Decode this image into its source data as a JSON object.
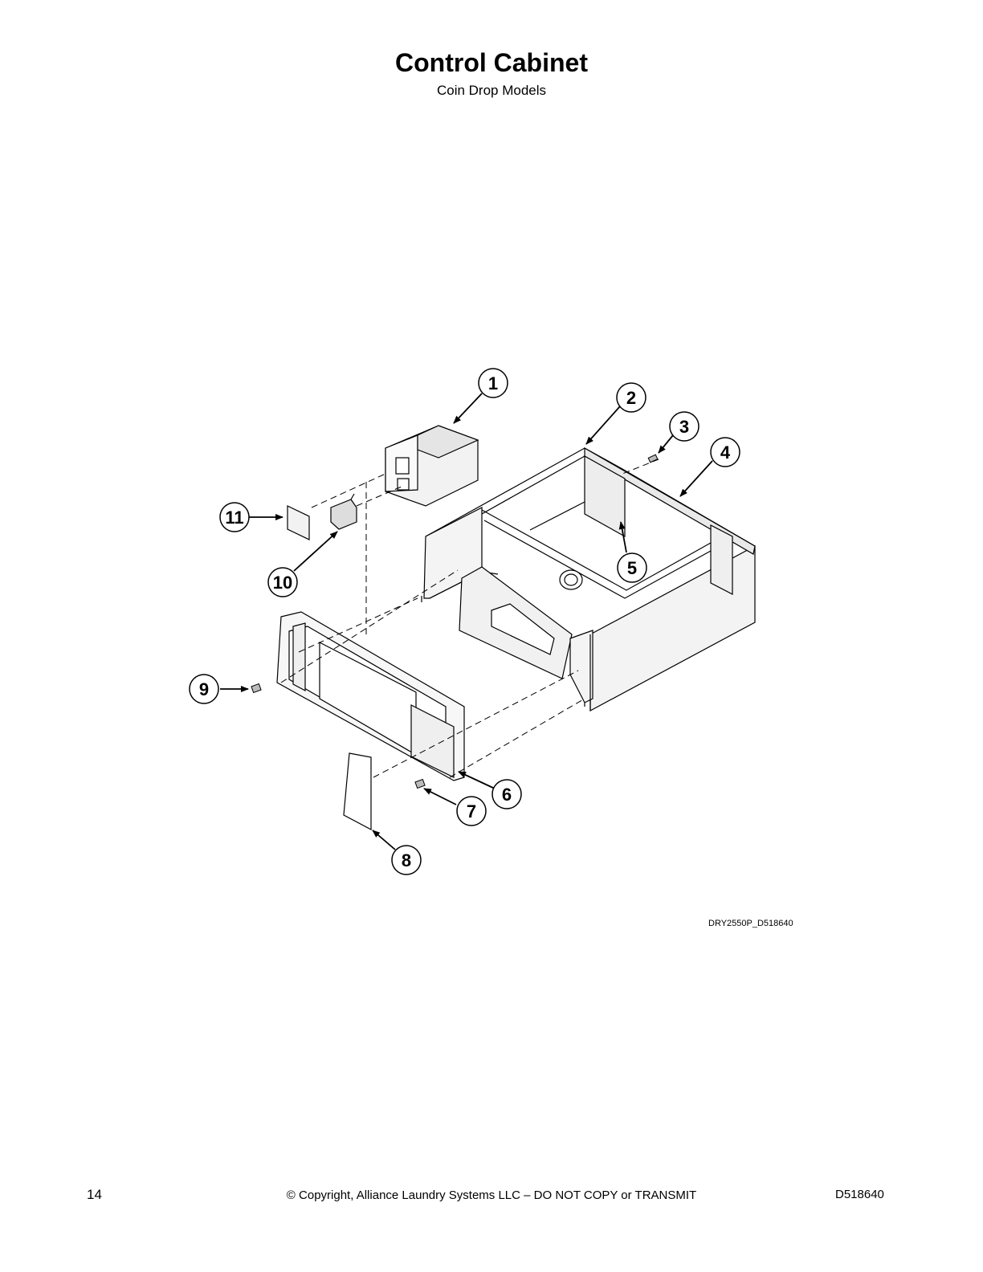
{
  "header": {
    "title": "Control Cabinet",
    "subtitle": "Coin Drop Models"
  },
  "callouts": [
    "1",
    "2",
    "3",
    "4",
    "5",
    "6",
    "7",
    "8",
    "9",
    "10",
    "11"
  ],
  "drawing_id": "DRY2550P_D518640",
  "footer": {
    "page_number": "14",
    "copyright": "© Copyright, Alliance Laundry Systems LLC – DO NOT COPY or TRANSMIT",
    "document_number": "D518640"
  }
}
